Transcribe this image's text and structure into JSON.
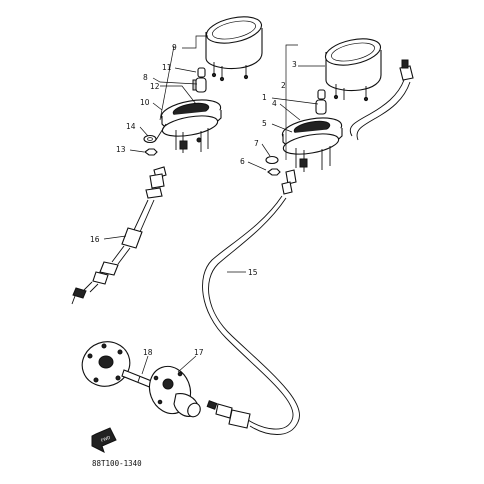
{
  "diagram": {
    "drawing_code": "88T100-1340",
    "front_arrow_text": "FWD",
    "callouts": {
      "c1": "1",
      "c2": "2",
      "c3": "3",
      "c4": "4",
      "c5": "5",
      "c6": "6",
      "c7": "7",
      "c8": "8",
      "c9": "9",
      "c10": "10",
      "c11": "11",
      "c12": "12",
      "c13": "13",
      "c14": "14",
      "c15": "15",
      "c16": "16",
      "c17": "17",
      "c18": "18"
    }
  }
}
